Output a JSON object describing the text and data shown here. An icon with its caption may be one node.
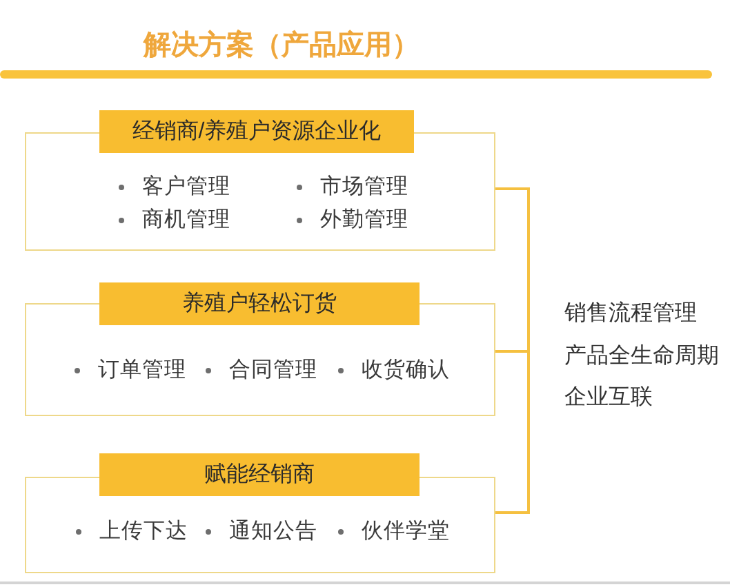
{
  "diagram": {
    "title": "解决方案（产品应用）",
    "nodes": [
      {
        "text": [
          "经销商/养殖户资源企业化"
        ]
      },
      {
        "text": [
          "客户管理",
          "市场管理",
          "商机管理",
          "外勤管理"
        ]
      },
      {
        "text": [
          "养殖户轻松订货"
        ]
      },
      {
        "text": [
          "订单管理",
          "合同管理",
          "收货确认"
        ]
      },
      {
        "text": [
          "赋能经销商"
        ]
      },
      {
        "text": [
          "上传下达",
          "通知公告",
          "伙伴学堂"
        ]
      }
    ],
    "labels": [
      "销售流程管理",
      "产品全生命周期",
      "企业互联"
    ]
  }
}
